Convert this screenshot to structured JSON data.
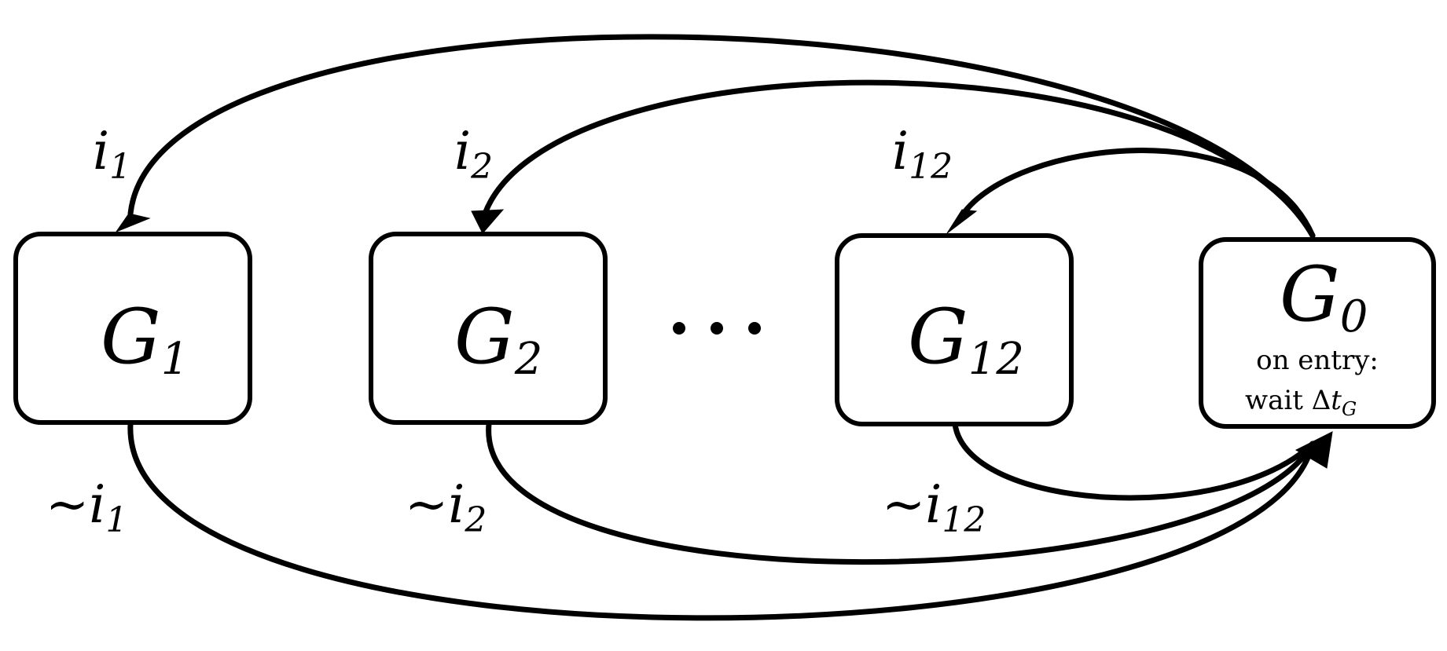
{
  "nodes": {
    "g1": {
      "letter": "G",
      "sub": "1"
    },
    "g2": {
      "letter": "G",
      "sub": "2"
    },
    "g12": {
      "letter": "G",
      "sub": "12"
    },
    "g0": {
      "letter": "G",
      "sub": "0",
      "action_line1": "on entry:",
      "action_line2_text": "wait Δ",
      "action_line2_var": "t",
      "action_line2_sub": "G"
    }
  },
  "ellipsis": "…",
  "edges": {
    "in1": {
      "base": "i",
      "sub": "1"
    },
    "in2": {
      "base": "i",
      "sub": "2"
    },
    "in12": {
      "base": "i",
      "sub": "12"
    },
    "out1": {
      "base": "~i",
      "sub": "1"
    },
    "out2": {
      "base": "~i",
      "sub": "2"
    },
    "out12": {
      "base": "~i",
      "sub": "12"
    }
  }
}
